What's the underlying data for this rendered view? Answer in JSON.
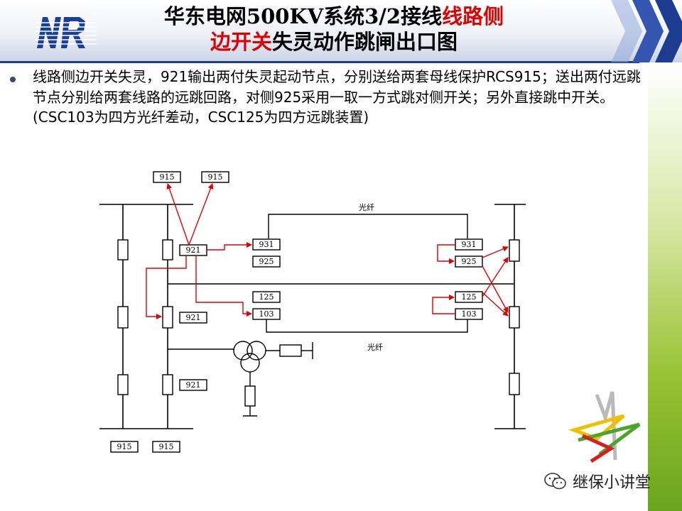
{
  "header": {
    "title_line1_black": "华东电网500KV系统3/2接线",
    "title_line1_red": "线路侧",
    "title_line2_red": "边开关",
    "title_line2_black": "失灵动作跳闸出口图"
  },
  "body": {
    "bullet_text": "线路侧边开关失灵，921输出两付失灵起动节点，分别送给两套母线保护RCS915；送出两付远跳节点分别给两套线路的远跳回路，对侧925采用一取一方式跳对侧开关；另外直接跳中开关。(CSC103为四方光纤差动，CSC125为四方远跳装置)"
  },
  "diagram": {
    "top_915_left": "915",
    "top_915_right": "915",
    "bottom_915_left": "915",
    "bottom_915_right": "915",
    "relay_921_top": "921",
    "relay_921_mid": "921",
    "relay_921_bot": "921",
    "left_931": "931",
    "left_925": "925",
    "left_125": "125",
    "left_103": "103",
    "right_931": "931",
    "right_925": "925",
    "right_125": "125",
    "right_103": "103",
    "fiber_top": "光纤",
    "fiber_bottom": "光纤"
  },
  "watermark": {
    "text": "继保小讲堂",
    "icon": "wechat-icon"
  },
  "colors": {
    "accent_red": "#e00000",
    "header_blue": "#1d3c8f",
    "logo_blue": "#1a3f99",
    "green": "#8cbf2a"
  }
}
